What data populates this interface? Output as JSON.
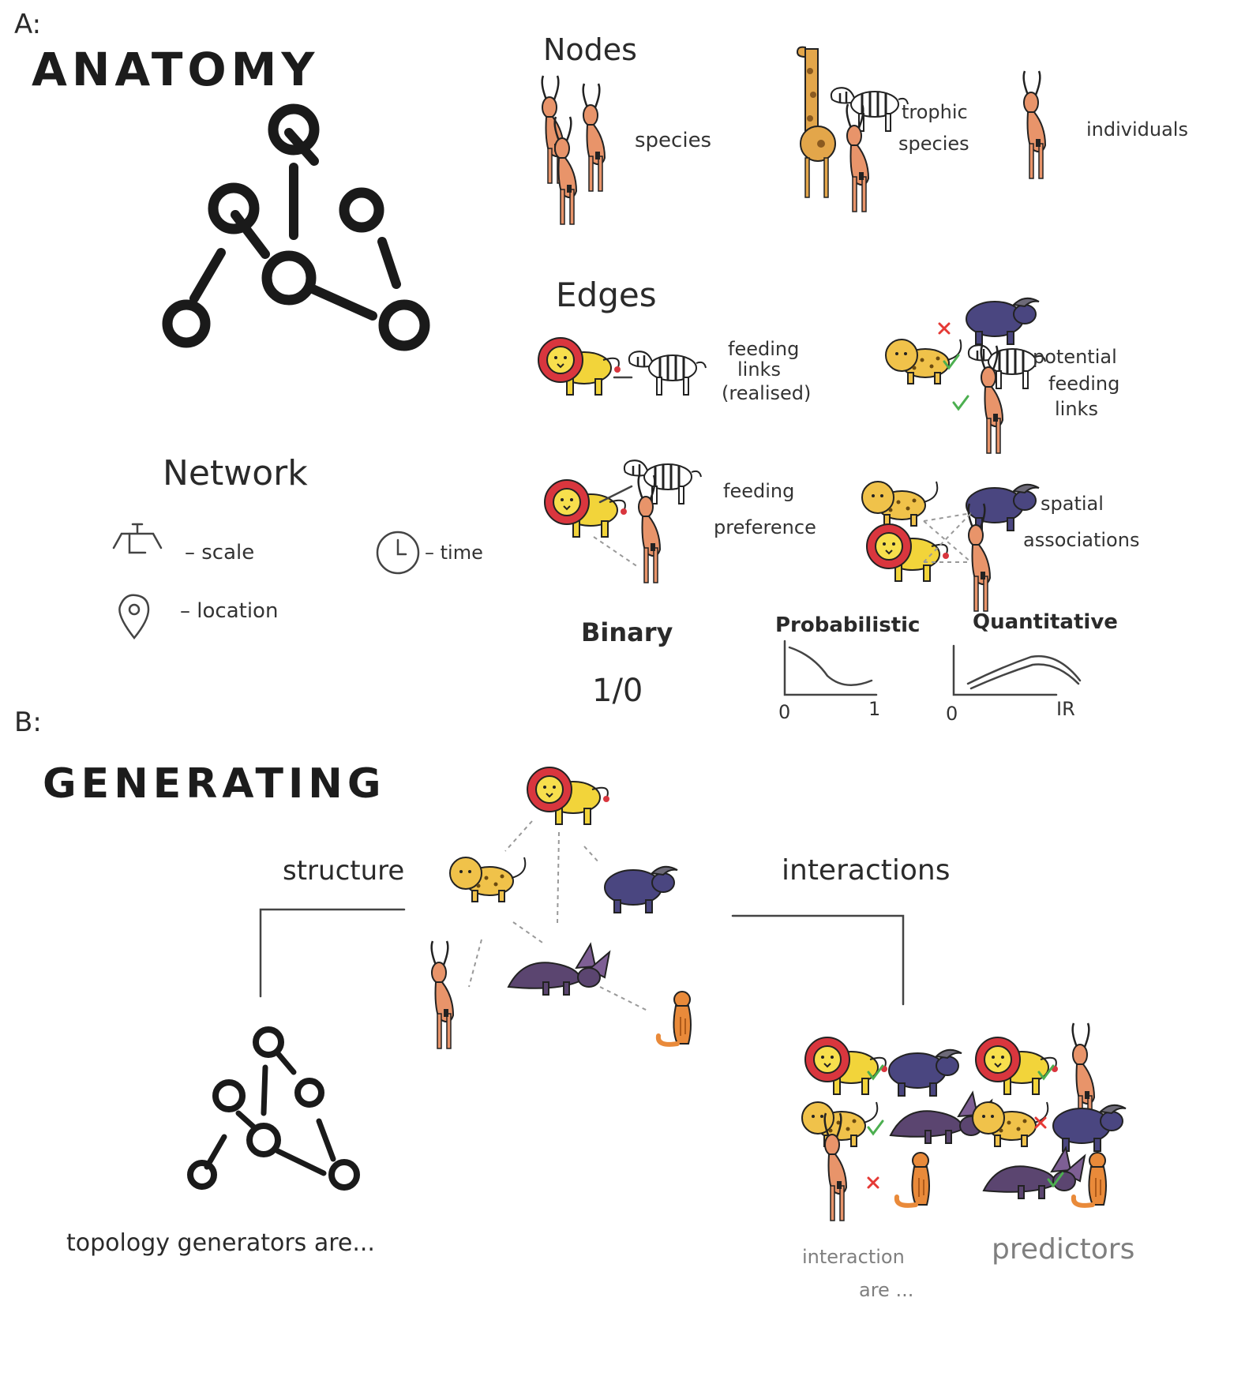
{
  "section_a": {
    "letter": "A:",
    "title": "ANATOMY",
    "nodes": {
      "heading": "Nodes",
      "species": "species",
      "trophic_species": [
        "trophic",
        "species"
      ],
      "individuals": "individuals"
    },
    "edges": {
      "heading": "Edges",
      "feeding_links": [
        "feeding",
        "links",
        "(realised)"
      ],
      "potential_feeding_links": [
        "potential",
        "feeding",
        "links"
      ],
      "feeding_preference": [
        "feeding",
        "preference"
      ],
      "spatial_associations": [
        "spatial",
        "associations"
      ]
    },
    "network": {
      "heading": "Network",
      "scale": "– scale",
      "time": "– time",
      "location": "– location"
    },
    "edge_types": {
      "binary": "Binary",
      "binary_value": "1/0",
      "probabilistic": "Probabilistic",
      "prob_min": "0",
      "prob_max": "1",
      "quantitative": "Quantitative",
      "quant_min": "0",
      "quant_max": "IR"
    }
  },
  "section_b": {
    "letter": "B:",
    "title": "GENERATING",
    "structure": "structure",
    "interactions": "interactions",
    "topology_caption": "topology generators are...",
    "interaction_caption_1": "interaction",
    "interaction_caption_2": "predictors",
    "interaction_caption_3": "are ..."
  },
  "colors": {
    "ink": "#1a1a1a",
    "check": "#4caf50",
    "cross": "#e53935",
    "lion_mane": "#d9363e",
    "lion_body": "#f2d43a",
    "antelope": "#e8946a",
    "buffalo": "#4a4680",
    "aardvark": "#5b4570",
    "meerkat": "#e98a3a",
    "zebra": "#ffffff",
    "giraffe": "#e3a64a",
    "leopard": "#f0c24a"
  },
  "icons": [
    "lion-icon",
    "zebra-icon",
    "antelope-icon",
    "giraffe-icon",
    "leopard-icon",
    "buffalo-icon",
    "aardvark-icon",
    "meerkat-icon",
    "scale-icon",
    "clock-icon",
    "location-pin-icon"
  ]
}
